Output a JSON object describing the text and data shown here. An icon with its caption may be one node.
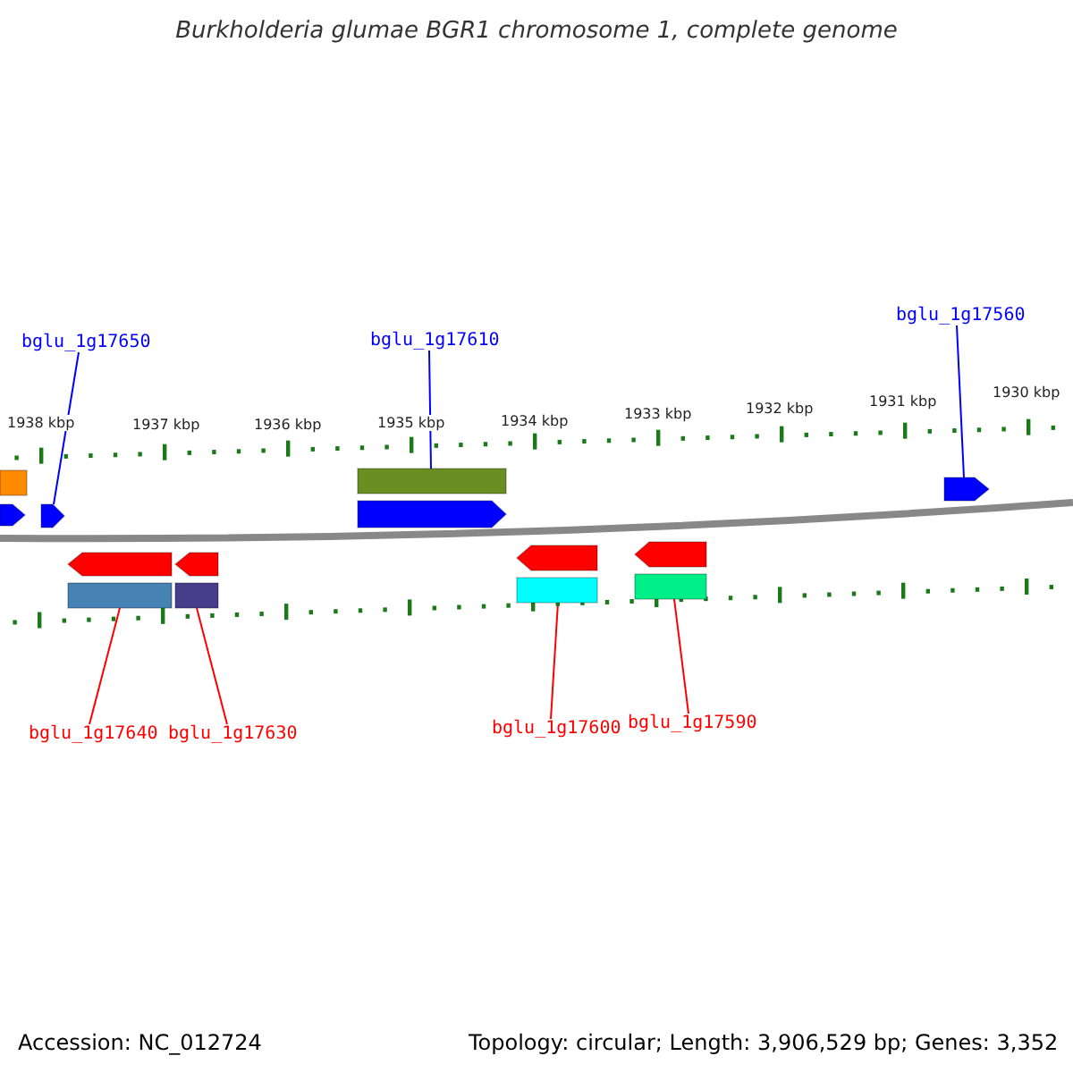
{
  "diagram": {
    "title": "Burkholderia glumae BGR1 chromosome 1, complete genome",
    "nodes": [
      {
        "text": [
          "bglu_1g17650"
        ]
      },
      {
        "text": [
          "bglu_1g17610"
        ]
      },
      {
        "text": [
          "bglu_1g17560"
        ]
      },
      {
        "text": [
          "bglu_1g17640"
        ]
      },
      {
        "text": [
          "bglu_1g17630"
        ]
      },
      {
        "text": [
          "bglu_1g17600"
        ]
      },
      {
        "text": [
          "bglu_1g17590"
        ]
      },
      {
        "text": [],
        "shape": "box"
      },
      {
        "text": [],
        "shape": "pentagon"
      },
      {
        "text": [],
        "shape": "pentagon"
      },
      {
        "text": [],
        "shape": "box"
      },
      {
        "text": [],
        "shape": "pentagon"
      },
      {
        "text": [],
        "shape": "pentagon"
      },
      {
        "text": [],
        "shape": "pentagon"
      },
      {
        "text": [],
        "shape": "pentagon"
      },
      {
        "text": [],
        "shape": "box"
      },
      {
        "text": [],
        "shape": "box"
      },
      {
        "text": [],
        "shape": "pentagon"
      },
      {
        "text": [],
        "shape": "box"
      },
      {
        "text": [],
        "shape": "pentagon"
      },
      {
        "text": [],
        "shape": "box"
      }
    ],
    "edges": [
      {
        "from": 0,
        "to": 9,
        "arrow": "none",
        "color": "#0000ff"
      },
      {
        "from": 1,
        "to": 10,
        "arrow": "none",
        "color": "#0000ff"
      },
      {
        "from": 2,
        "to": 12,
        "arrow": "none",
        "color": "#0000ff"
      },
      {
        "from": 3,
        "to": 15,
        "arrow": "none"
      },
      {
        "from": 4,
        "to": 16,
        "arrow": "none"
      },
      {
        "from": 5,
        "to": 18,
        "arrow": "none"
      },
      {
        "from": 6,
        "to": 20,
        "arrow": "none"
      }
    ],
    "labels": [
      "1938 kbp",
      "1937 kbp",
      "1936 kbp",
      "1935 kbp",
      "1934 kbp",
      "1933 kbp",
      "1932 kbp",
      "1931 kbp",
      "1930 kbp",
      "Accession: NC_012724",
      "Topology: circular; Length: 3,906,529 bp; Genes: 3,352"
    ]
  }
}
